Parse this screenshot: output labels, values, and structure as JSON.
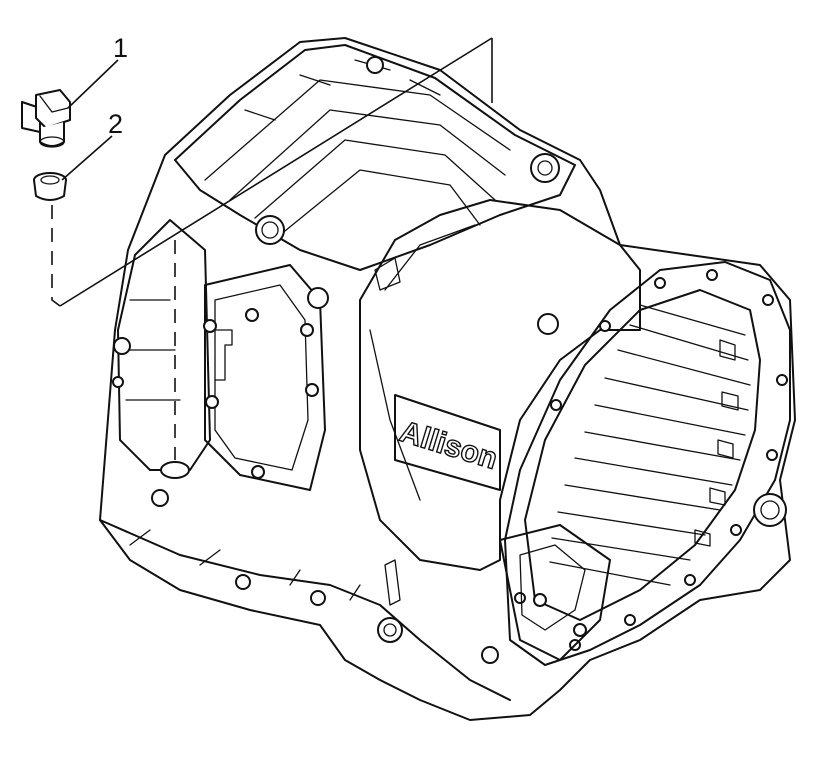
{
  "callouts": [
    {
      "id": "1",
      "label": "1"
    },
    {
      "id": "2",
      "label": "2"
    }
  ],
  "housing_brand": "Allison",
  "colors": {
    "line": "#111111",
    "background": "#ffffff"
  }
}
